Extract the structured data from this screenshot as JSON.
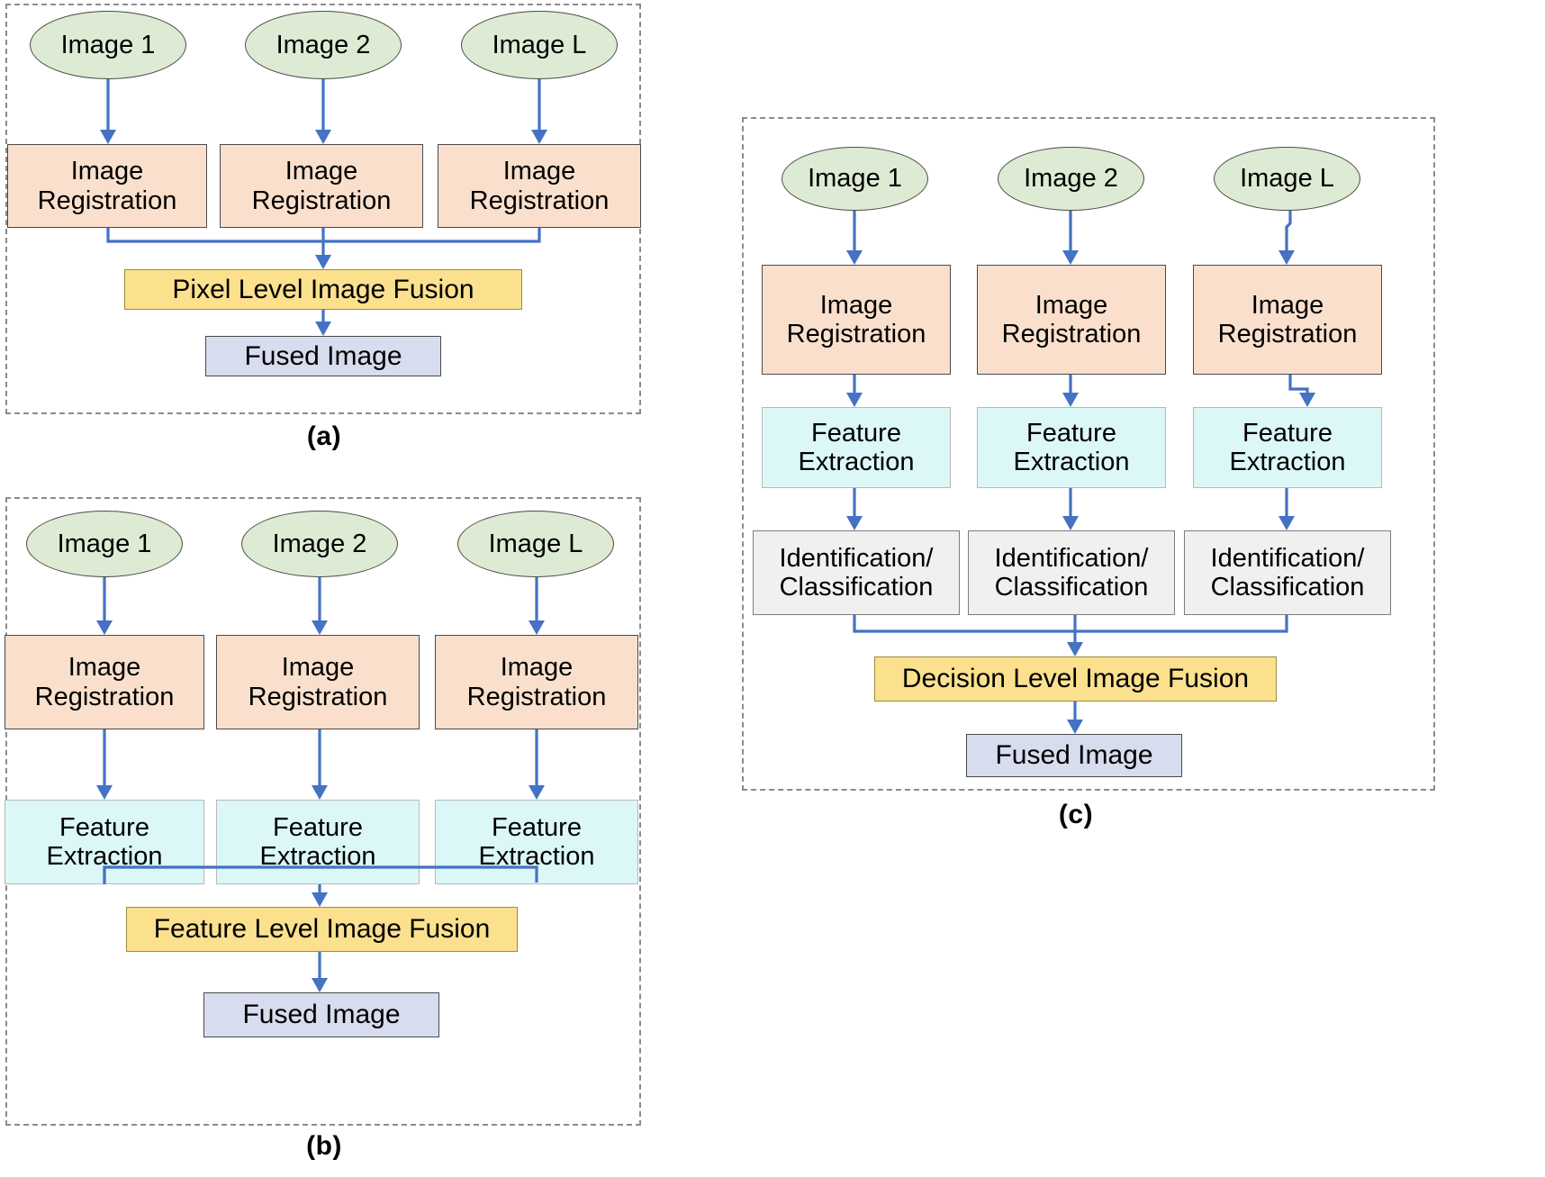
{
  "figure": {
    "title": "Image fusion levels block diagrams",
    "accent_arrow_color": "#4472C4",
    "panel_border_color": "#8c8c8c",
    "colors": {
      "source_ellipse": "#DEEBD4",
      "registration_box": "#FAE0CC",
      "feature_box": "#DCF7F7",
      "identification_box": "#F0F0F0",
      "fusion_box": "#FBE08E",
      "fused_box": "#D7DCEE"
    }
  },
  "panels": [
    {
      "id": "a",
      "caption": "(a)",
      "sources": [
        "Image 1",
        "Image 2",
        "Image L"
      ],
      "registration": [
        "Image\nRegistration",
        "Image\nRegistration",
        "Image\nRegistration"
      ],
      "fusion": "Pixel Level Image Fusion",
      "output": "Fused Image"
    },
    {
      "id": "b",
      "caption": "(b)",
      "sources": [
        "Image 1",
        "Image 2",
        "Image L"
      ],
      "registration": [
        "Image\nRegistration",
        "Image\nRegistration",
        "Image\nRegistration"
      ],
      "features": [
        "Feature\nExtraction",
        "Feature\nExtraction",
        "Feature\nExtraction"
      ],
      "fusion": "Feature Level Image Fusion",
      "output": "Fused Image"
    },
    {
      "id": "c",
      "caption": "(c)",
      "sources": [
        "Image 1",
        "Image 2",
        "Image L"
      ],
      "registration": [
        "Image\nRegistration",
        "Image\nRegistration",
        "Image\nRegistration"
      ],
      "features": [
        "Feature\nExtraction",
        "Feature\nExtraction",
        "Feature\nExtraction"
      ],
      "identification": [
        "Identification/\nClassification",
        "Identification/\nClassification",
        "Identification/\nClassification"
      ],
      "fusion": "Decision Level Image Fusion",
      "output": "Fused Image"
    }
  ],
  "panel_a": {
    "source_1": "Image 1",
    "source_2": "Image 2",
    "source_3": "Image L",
    "reg_1_line1": "Image",
    "reg_1_line2": "Registration",
    "reg_2_line1": "Image",
    "reg_2_line2": "Registration",
    "reg_3_line1": "Image",
    "reg_3_line2": "Registration",
    "fusion": "Pixel Level Image Fusion",
    "output": "Fused Image",
    "caption": "(a)"
  },
  "panel_b": {
    "source_1": "Image 1",
    "source_2": "Image 2",
    "source_3": "Image L",
    "reg_1_line1": "Image",
    "reg_1_line2": "Registration",
    "reg_2_line1": "Image",
    "reg_2_line2": "Registration",
    "reg_3_line1": "Image",
    "reg_3_line2": "Registration",
    "feat_1_line1": "Feature",
    "feat_1_line2": "Extraction",
    "feat_2_line1": "Feature",
    "feat_2_line2": "Extraction",
    "feat_3_line1": "Feature",
    "feat_3_line2": "Extraction",
    "fusion": "Feature Level Image Fusion",
    "output": "Fused Image",
    "caption": "(b)"
  },
  "panel_c": {
    "source_1": "Image 1",
    "source_2": "Image 2",
    "source_3": "Image L",
    "reg_1_line1": "Image",
    "reg_1_line2": "Registration",
    "reg_2_line1": "Image",
    "reg_2_line2": "Registration",
    "reg_3_line1": "Image",
    "reg_3_line2": "Registration",
    "feat_1_line1": "Feature",
    "feat_1_line2": "Extraction",
    "feat_2_line1": "Feature",
    "feat_2_line2": "Extraction",
    "feat_3_line1": "Feature",
    "feat_3_line2": "Extraction",
    "ident_1_line1": "Identification/",
    "ident_1_line2": "Classification",
    "ident_2_line1": "Identification/",
    "ident_2_line2": "Classification",
    "ident_3_line1": "Identification/",
    "ident_3_line2": "Classification",
    "fusion": "Decision Level Image Fusion",
    "output": "Fused Image",
    "caption": "(c)"
  }
}
